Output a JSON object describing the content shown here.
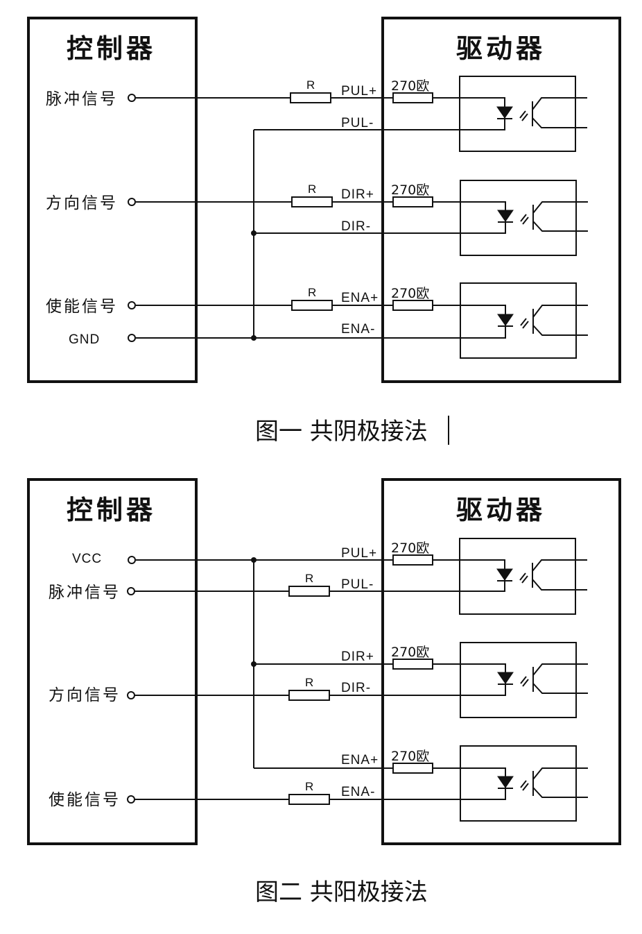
{
  "figure1": {
    "caption": "图一  共阴极接法",
    "controller_title": "控制器",
    "driver_title": "驱动器",
    "signals": [
      "脉冲信号",
      "方向信号",
      "使能信号",
      "GND"
    ],
    "resistor_label": "R",
    "pins_plus": [
      "PUL+",
      "DIR+",
      "ENA+"
    ],
    "pins_minus": [
      "PUL-",
      "DIR-",
      "ENA-"
    ],
    "internal_resistor": "270欧"
  },
  "figure2": {
    "caption": "图二  共阳极接法",
    "controller_title": "控制器",
    "driver_title": "驱动器",
    "signals": [
      "VCC",
      "脉冲信号",
      "方向信号",
      "使能信号"
    ],
    "resistor_label": "R",
    "pins_plus": [
      "PUL+",
      "DIR+",
      "ENA+"
    ],
    "pins_minus": [
      "PUL-",
      "DIR-",
      "ENA-"
    ],
    "internal_resistor": "270欧"
  },
  "icons": [
    "optocoupler-icon",
    "led-diode-icon",
    "phototransistor-icon",
    "resistor-icon",
    "terminal-icon"
  ]
}
